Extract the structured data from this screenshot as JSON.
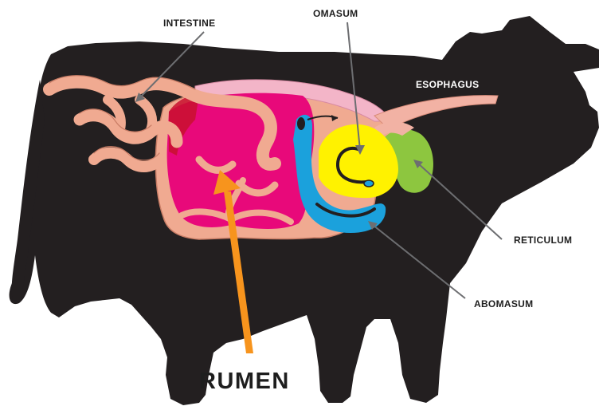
{
  "labels": {
    "intestine": "INTESTINE",
    "omasum": "OMASUM",
    "esophagus": "ESOPHAGUS",
    "reticulum": "RETICULUM",
    "abomasum": "ABOMASUM",
    "rumen": "RUMEN"
  },
  "colors": {
    "cow_silhouette": "#231f20",
    "rumen": "#e8097a",
    "omasum": "#fff200",
    "reticulum": "#8dc63f",
    "abomasum": "#1ba1dc",
    "intestine": "#f0aa91",
    "esophagus": "#f2b2a4",
    "rumen_arrow": "#f7941d",
    "leader_line": "#6d6e71"
  }
}
